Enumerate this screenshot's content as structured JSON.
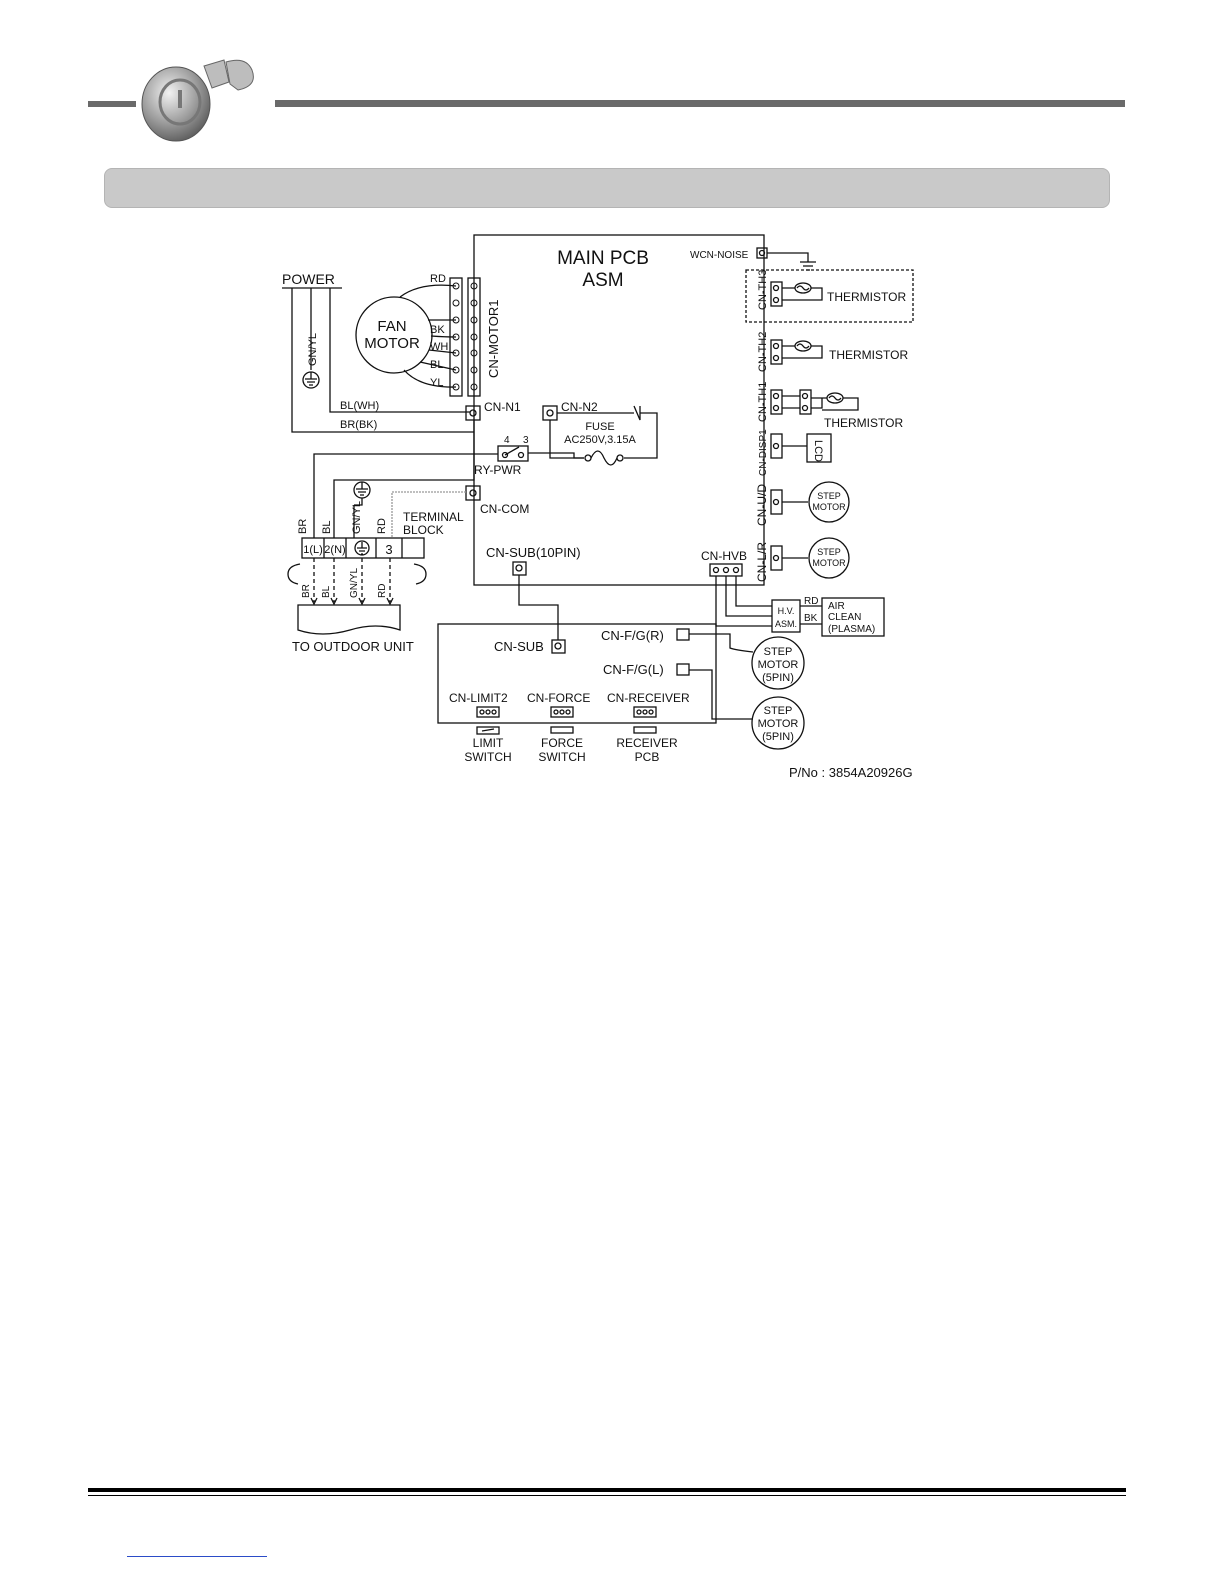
{
  "main_pcb": {
    "line1": "MAIN PCB",
    "line2": "ASM"
  },
  "power": "POWER",
  "fan_motor": {
    "line1": "FAN",
    "line2": "MOTOR"
  },
  "wires": {
    "rd": "RD",
    "bk": "BK",
    "wh": "WH",
    "bl": "BL",
    "yl": "YL",
    "gnyl": "GN/YL",
    "bl_wh": "BL(WH)",
    "br_bk": "BR(BK)",
    "br": "BR"
  },
  "connectors": {
    "cn_motor1": "CN-MOTOR1",
    "cn_n1": "CN-N1",
    "cn_n2": "CN-N2",
    "cn_com": "CN-COM",
    "cn_sub_10pin": "CN-SUB(10PIN)",
    "cn_hvb": "CN-HVB",
    "wcn_noise": "WCN-NOISE",
    "cn_th3": "CN-TH3",
    "cn_th2": "CN-TH2",
    "cn_th1": "CN-TH1",
    "cn_disp1": "CN-DISP1",
    "cn_ud": "CN-U/D",
    "cn_lr": "CN-L/R",
    "cn_sub": "CN-SUB",
    "cn_fg_r": "CN-F/G(R)",
    "cn_fg_l": "CN-F/G(L)",
    "cn_limit2": "CN-LIMIT2",
    "cn_force": "CN-FORCE",
    "cn_receiver": "CN-RECEIVER"
  },
  "relay": {
    "label": "RY-PWR",
    "pin4": "4",
    "pin3": "3"
  },
  "fuse": {
    "line1": "FUSE",
    "line2": "AC250V,3.15A"
  },
  "terminal_block": {
    "line1": "TERMINAL",
    "line2": "BLOCK",
    "cells": [
      "1(L)",
      "2(N)",
      "3"
    ]
  },
  "to_outdoor": "TO OUTDOOR UNIT",
  "thermistor": "THERMISTOR",
  "lcd": "LCD",
  "step_motor": {
    "line1": "STEP",
    "line2": "MOTOR",
    "line3": "(5PIN)"
  },
  "hv_asm": {
    "line1": "H.V.",
    "line2": "ASM."
  },
  "air_clean": {
    "line1": "AIR",
    "line2": "CLEAN",
    "line3": "(PLASMA)"
  },
  "limit_switch": {
    "line1": "LIMIT",
    "line2": "SWITCH"
  },
  "force_switch": {
    "line1": "FORCE",
    "line2": "SWITCH"
  },
  "receiver_pcb": {
    "line1": "RECEIVER",
    "line2": "PCB"
  },
  "part_no": "P/No : 3854A20926G"
}
